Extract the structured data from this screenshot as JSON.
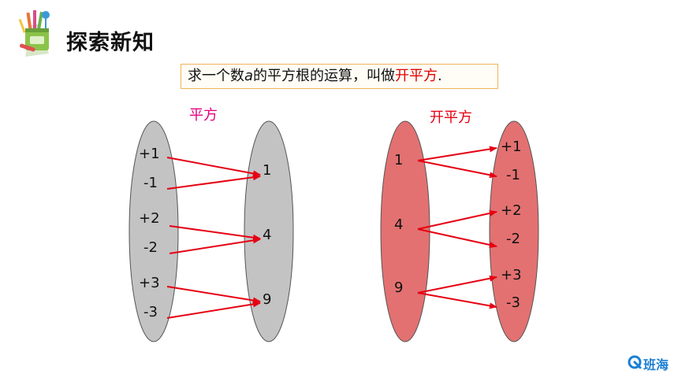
{
  "header": {
    "title": "探索新知"
  },
  "definition": {
    "prefix": "求一个数",
    "variable": "a",
    "middle": "的平方根的运算，叫做",
    "highlight": "开平方",
    "suffix": "."
  },
  "left_diagram": {
    "label": "平方",
    "left_items": [
      "+1",
      "-1",
      "+2",
      "-2",
      "+3",
      "-3"
    ],
    "right_items": [
      "1",
      "4",
      "9"
    ],
    "colors": {
      "ellipse": "#c3c3c3",
      "label": "#e4007f",
      "arrow": "#e60012"
    }
  },
  "right_diagram": {
    "label": "开平方",
    "left_items": [
      "1",
      "4",
      "9"
    ],
    "right_items": [
      "+1",
      "-1",
      "+2",
      "-2",
      "+3",
      "-3"
    ],
    "colors": {
      "ellipse": "#e37171",
      "label": "#e60012",
      "arrow": "#e60012"
    }
  },
  "logo": {
    "text": "班海",
    "icon": "banhai-logo-icon",
    "color": "#1a7fd4"
  }
}
